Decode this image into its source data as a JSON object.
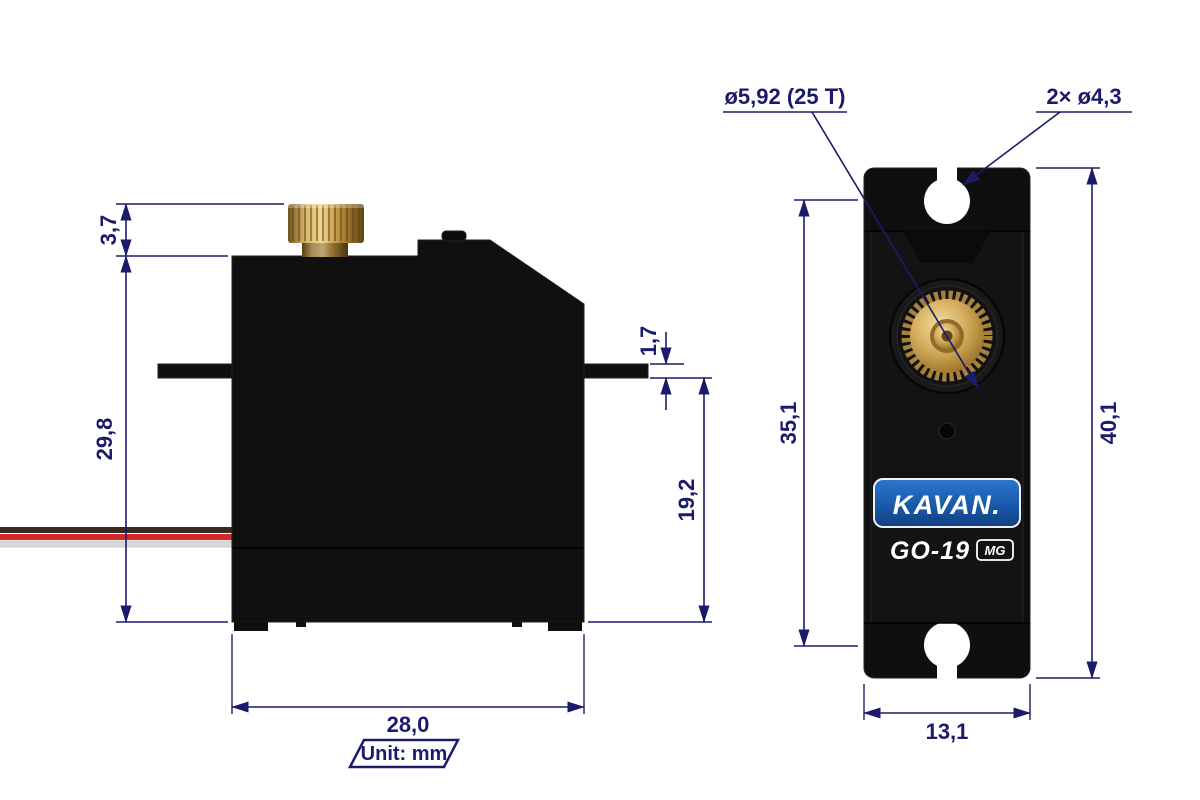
{
  "colors": {
    "dimension_navy": "#1c1b6b",
    "body_black": "#101010",
    "brass": "#c79a4b",
    "logo_blue": "#1a5cae",
    "wire_red": "#cf2b2b"
  },
  "side_view": {
    "dim_gear_height": "3,7",
    "dim_body_height": "29,8",
    "dim_flange_thickness": "1,7",
    "dim_flange_to_bottom": "19,2",
    "dim_length": "28,0"
  },
  "front_view": {
    "dim_spline": "ø5,92 (25 T)",
    "dim_holes": "2× ø4,3",
    "dim_hole_spacing": "35,1",
    "dim_total_height": "40,1",
    "dim_width": "13,1",
    "logo": "KAVAN.",
    "model": "GO-19",
    "model_suffix": "MG"
  },
  "footer": {
    "unit_label": "Unit: mm"
  }
}
